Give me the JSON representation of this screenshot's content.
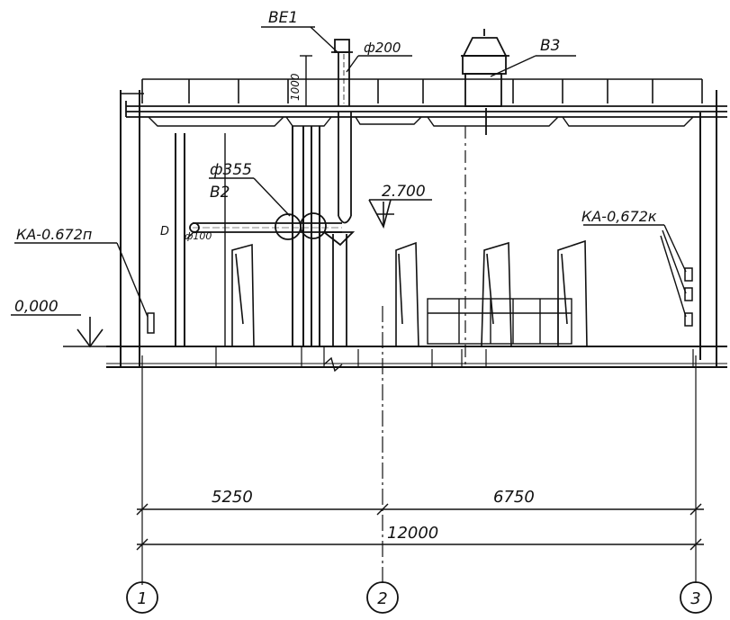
{
  "labels": {
    "be1": "ВЕ1",
    "d200": "ф200",
    "h1000": "1000",
    "b3": "В3",
    "d355": "ф355",
    "b2": "В2",
    "d100": "ф100",
    "elev_2700": "2.700",
    "elev_0000": "0,000",
    "ka_left": "КА-0.672п",
    "ka_right": "КА-0,672к",
    "dim_5250": "5250",
    "dim_6750": "6750",
    "dim_12000": "12000",
    "axis_1": "1",
    "axis_2": "2",
    "axis_3": "3",
    "arrow_mark": "D"
  }
}
